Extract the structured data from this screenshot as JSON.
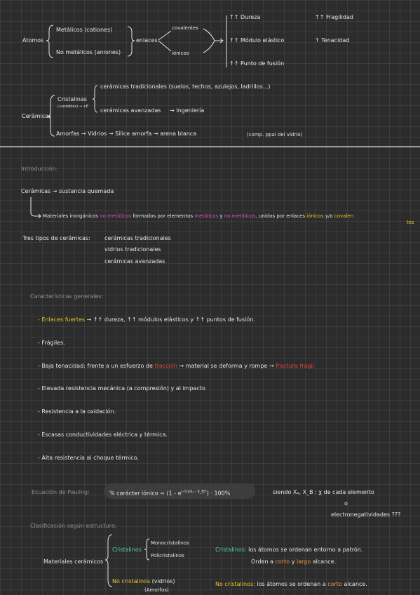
{
  "top": {
    "atomos": "Átomos",
    "metalicos": "Metálicos (cationes)",
    "no_metalicos": "No metálicos (aniones)",
    "enlaces": "enlaces",
    "covalentes": "covalentes",
    "ionicos": "iónicos",
    "dureza": "↑↑ Dureza",
    "modulo": "↑↑ Módulo elástico",
    "punto": "↑↑ Punto de fusión",
    "fragilidad": "↑↑ Fragilidad",
    "tenacidad": "↑ Tenacidad",
    "ceramicas": "Cerámicas",
    "cristalinas": "Cristalinas",
    "cristalinas_note": "(+estables) → +E",
    "tradicionales": "cerámicas tradicionales (suelos, techos, azulejos, ladrillos...)",
    "avanzadas": "cerámicas avanzadas",
    "ingenieria": "→ Ingeniería",
    "amorfas": "Amorfas → Vidrios → Sílice amorfa → arena blanca",
    "comp": "(comp. ppal del vidrio)"
  },
  "intro": {
    "heading": "Introducción:",
    "def": "Cerámicas → sustancia quemada",
    "m1": "Materiales inorgánicos",
    "m2": "no metálicos",
    "m3": "formados por elementos",
    "m4": "metálicos",
    "m5": "y",
    "m6": "no metálicos",
    "m7": ", unidos por enlaces",
    "m8": "iónicos",
    "m9": "y/o",
    "m10": "covalen",
    "m11": "tes",
    "tipos": "Tres tipos de cerámicas:",
    "tipo1": "cerámicas tradicionales",
    "tipo2": "vidrios tradicionales",
    "tipo3": "cerámicas avanzadas"
  },
  "caracteristicas": {
    "heading": "Características generales:",
    "c1a": "- Enlaces fuertes",
    "c1b": "→ ↑↑ dureza, ↑↑ módulos elásticos y ↑↑ puntos de fusión.",
    "c2": "- Frágiles.",
    "c3a": "- Baja tenacidad: frente a un esfuerzo de",
    "c3b": "tracción",
    "c3c": "→ material se deforma y rompe →",
    "c3d": "fractura frágil",
    "c4": "- Elevada resistencia mecánica (a compresión) y al impacto",
    "c5": "- Resistencia a la oxidación.",
    "c6": "- Escasas conductividades eléctrica y térmica.",
    "c7": "- Alta resistencia al choque térmico."
  },
  "pauling": {
    "label": "Ecuación de Pauling:",
    "formula": "% carácter iónico = (1 - e",
    "exponent": "(-¼)(Xₐ - X_B)²",
    "tail": ") · 100%",
    "siendo": "siendo Xₐ, X_B : χ de cada elemento",
    "o": "o",
    "electro": "electronegatividades ???"
  },
  "clasificacion": {
    "heading": "Clasificación según estructura:",
    "materiales": "Materiales cerámicos",
    "cristalinos": "Cristalinos",
    "mono": "Monocristalinos",
    "poli": "Policristalinos",
    "no_cristalinos": "No cristalinos",
    "vidrios": "(vidrios)",
    "amorfos": "(Amorfos)",
    "def1a": "Cristalinos:",
    "def1b": "los átomos se ordenan entorno a patrón.",
    "def2a": "Orden a",
    "def2b": "corto",
    "def2c": "y",
    "def2d": "largo",
    "def2e": "alcance.",
    "def3a": "No cristalinos:",
    "def3b": "los átomos se ordenan a",
    "def3c": "corto",
    "def3d": "alcance."
  }
}
